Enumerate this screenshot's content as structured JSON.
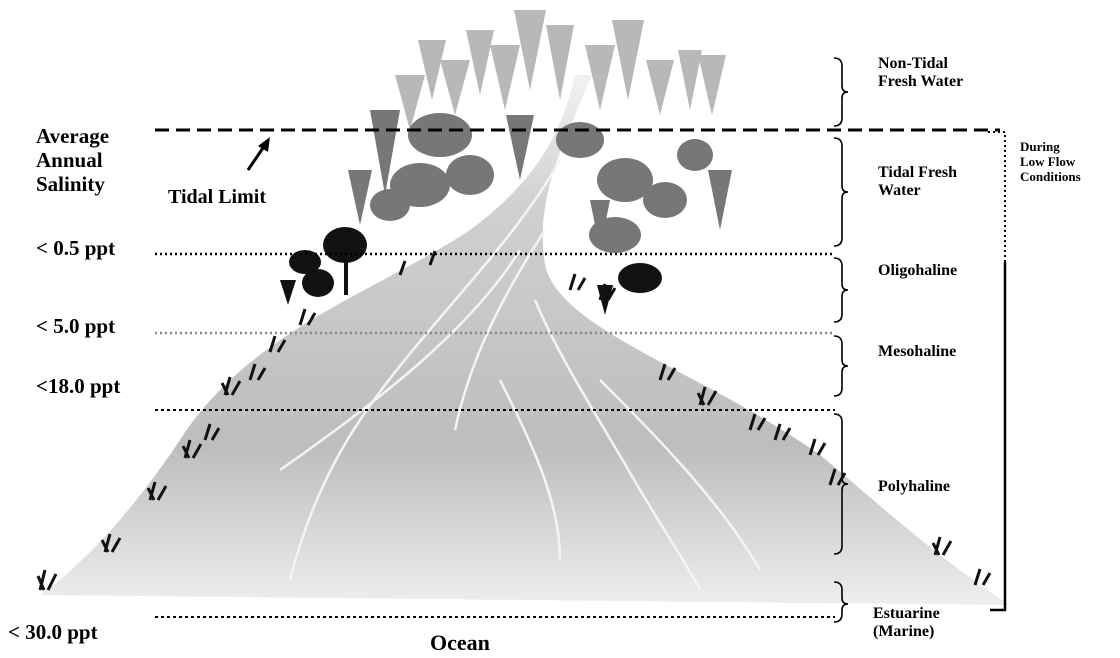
{
  "header": {
    "title_lines": [
      "Average",
      "Annual",
      "Salinity"
    ]
  },
  "tidal_limit_label": "Tidal Limit",
  "salinity_thresholds": [
    "< 0.5 ppt",
    "< 5.0 ppt",
    "<18.0 ppt",
    "< 30.0 ppt"
  ],
  "ocean_label": "Ocean",
  "zones": [
    {
      "lines": [
        "Non-Tidal",
        "Fresh Water"
      ]
    },
    {
      "lines": [
        "Tidal Fresh",
        "Water"
      ]
    },
    {
      "lines": [
        "Oligohaline"
      ]
    },
    {
      "lines": [
        "Mesohaline"
      ]
    },
    {
      "lines": [
        "Polyhaline"
      ]
    },
    {
      "lines": [
        "Estuarine",
        "(Marine)"
      ]
    }
  ],
  "low_flow_note": {
    "lines": [
      "During",
      "Low Flow",
      "Conditions"
    ]
  },
  "colors": {
    "text": "#000000",
    "river": "#c4c4c4",
    "trees_far": "#b8b8b8",
    "trees_mid": "#777777",
    "trees_near": "#111111"
  }
}
